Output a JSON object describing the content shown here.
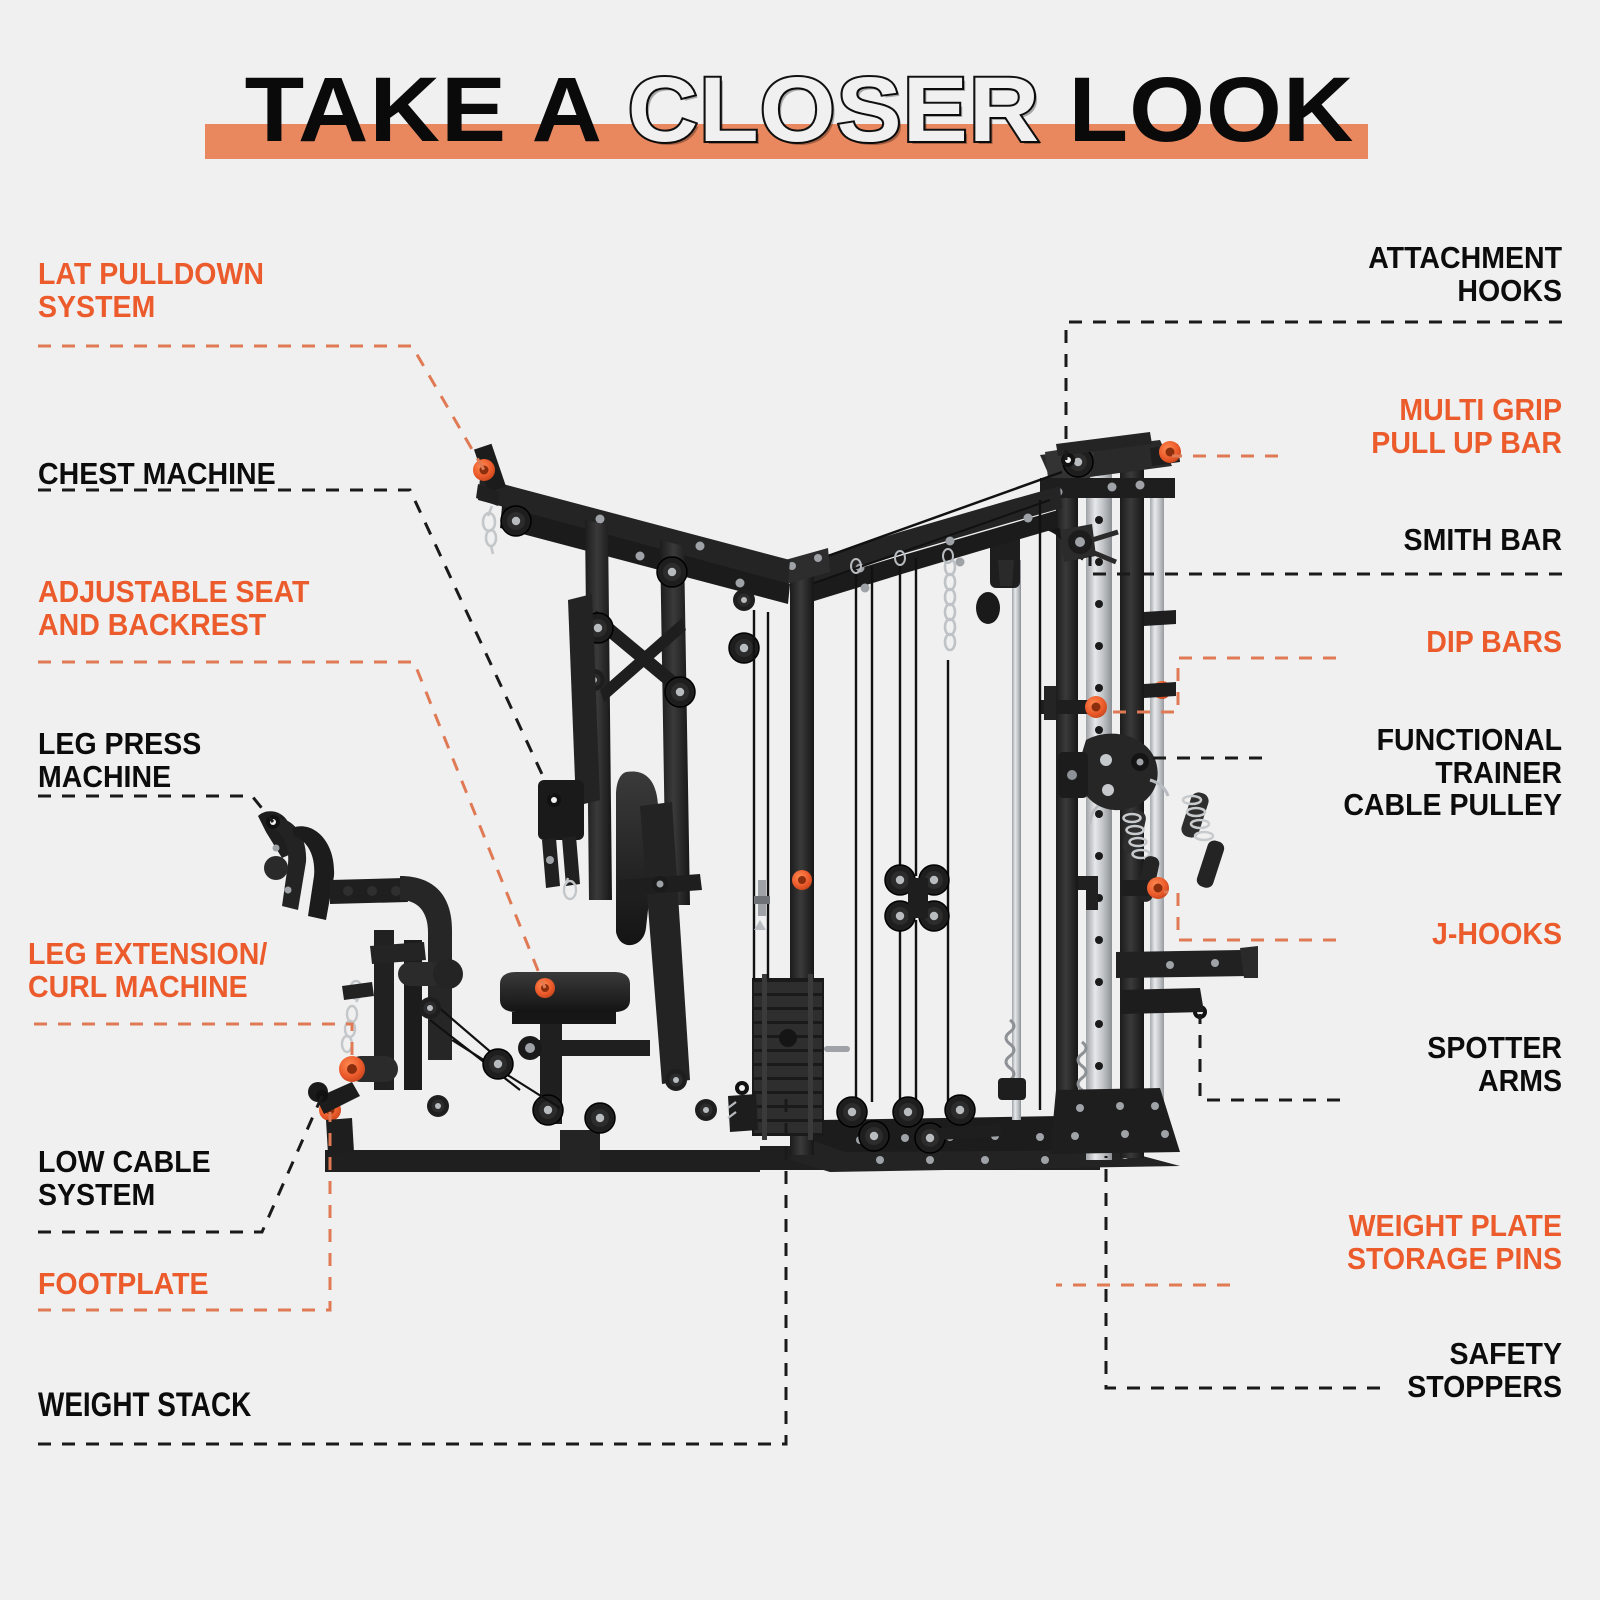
{
  "page": {
    "background_color": "#F0F0F0",
    "accent_orange": "#EC5B2C",
    "title_bar_color": "#E9885F",
    "label_black": "#0C0C0C"
  },
  "header": {
    "title_part1": "TAKE A ",
    "title_part2": "CLOSER",
    "title_part3": " LOOK"
  },
  "labels": {
    "lat_pulldown": "LAT PULLDOWN\nSYSTEM",
    "chest_machine": "CHEST MACHINE",
    "adjustable_seat": "ADJUSTABLE SEAT\nAND BACKREST",
    "leg_press": "LEG PRESS\nMACHINE",
    "leg_extension": "LEG EXTENSION/\nCURL MACHINE",
    "low_cable": "LOW CABLE\nSYSTEM",
    "footplate": "FOOTPLATE",
    "weight_stack": "WEIGHT STACK",
    "attachment_hooks": "ATTACHMENT\nHOOKS",
    "multi_grip": "MULTI GRIP\nPULL UP BAR",
    "smith_bar": "SMITH BAR",
    "dip_bars": "DIP BARS",
    "functional_trainer": "FUNCTIONAL\nTRAINER\nCABLE PULLEY",
    "j_hooks": "J-HOOKS",
    "spotter_arms": "SPOTTER\nARMS",
    "weight_plate_pins": "WEIGHT PLATE\nSTORAGE PINS",
    "safety_stoppers": "SAFETY\nSTOPPERS"
  },
  "product": {
    "name": "multi-function-home-gym-machine",
    "frame_color": "#272727",
    "rail_color": "#C9CBCD",
    "accent_knob_color": "#EC5B2C"
  }
}
